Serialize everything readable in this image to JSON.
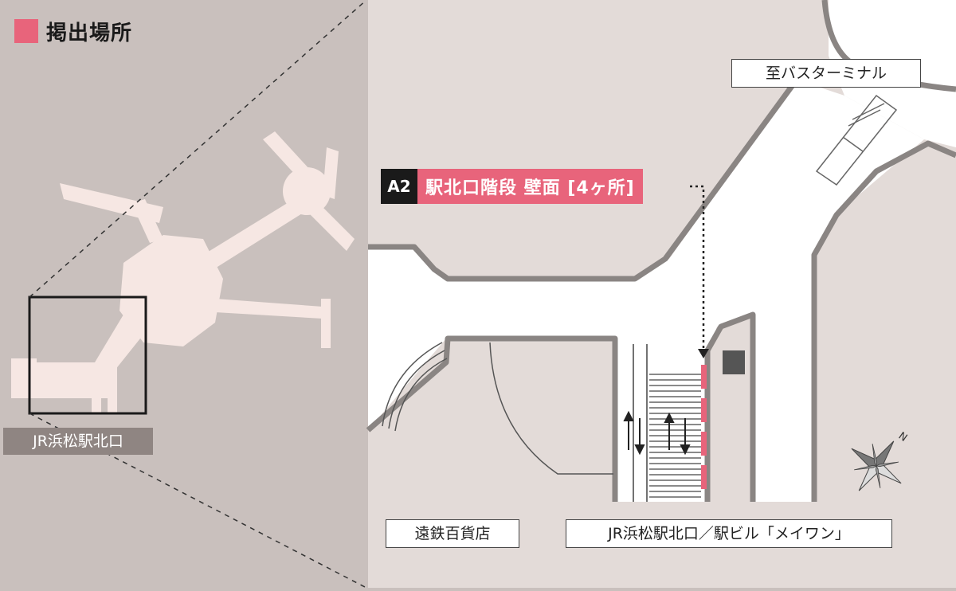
{
  "legend": {
    "label": "掲出場所",
    "color": "#e8647b"
  },
  "callout": {
    "code": "A2",
    "name": "駅北口階段 壁面 [4ヶ所]"
  },
  "labels": {
    "bus_terminal": "至バスターミナル",
    "department_store": "遠鉄百貨店",
    "station_exit": "JR浜松駅北口／駅ビル「メイワン」",
    "overview_tag": "JR浜松駅北口"
  },
  "compass": {
    "north_label": "N"
  },
  "colors": {
    "overview_background": "#c9c0bd",
    "overview_plaza": "#f6e7e3",
    "detail_background": "#e3dbd8",
    "corridor": "#ffffff",
    "wall": "#8a8583",
    "marker": "#e8647b"
  }
}
